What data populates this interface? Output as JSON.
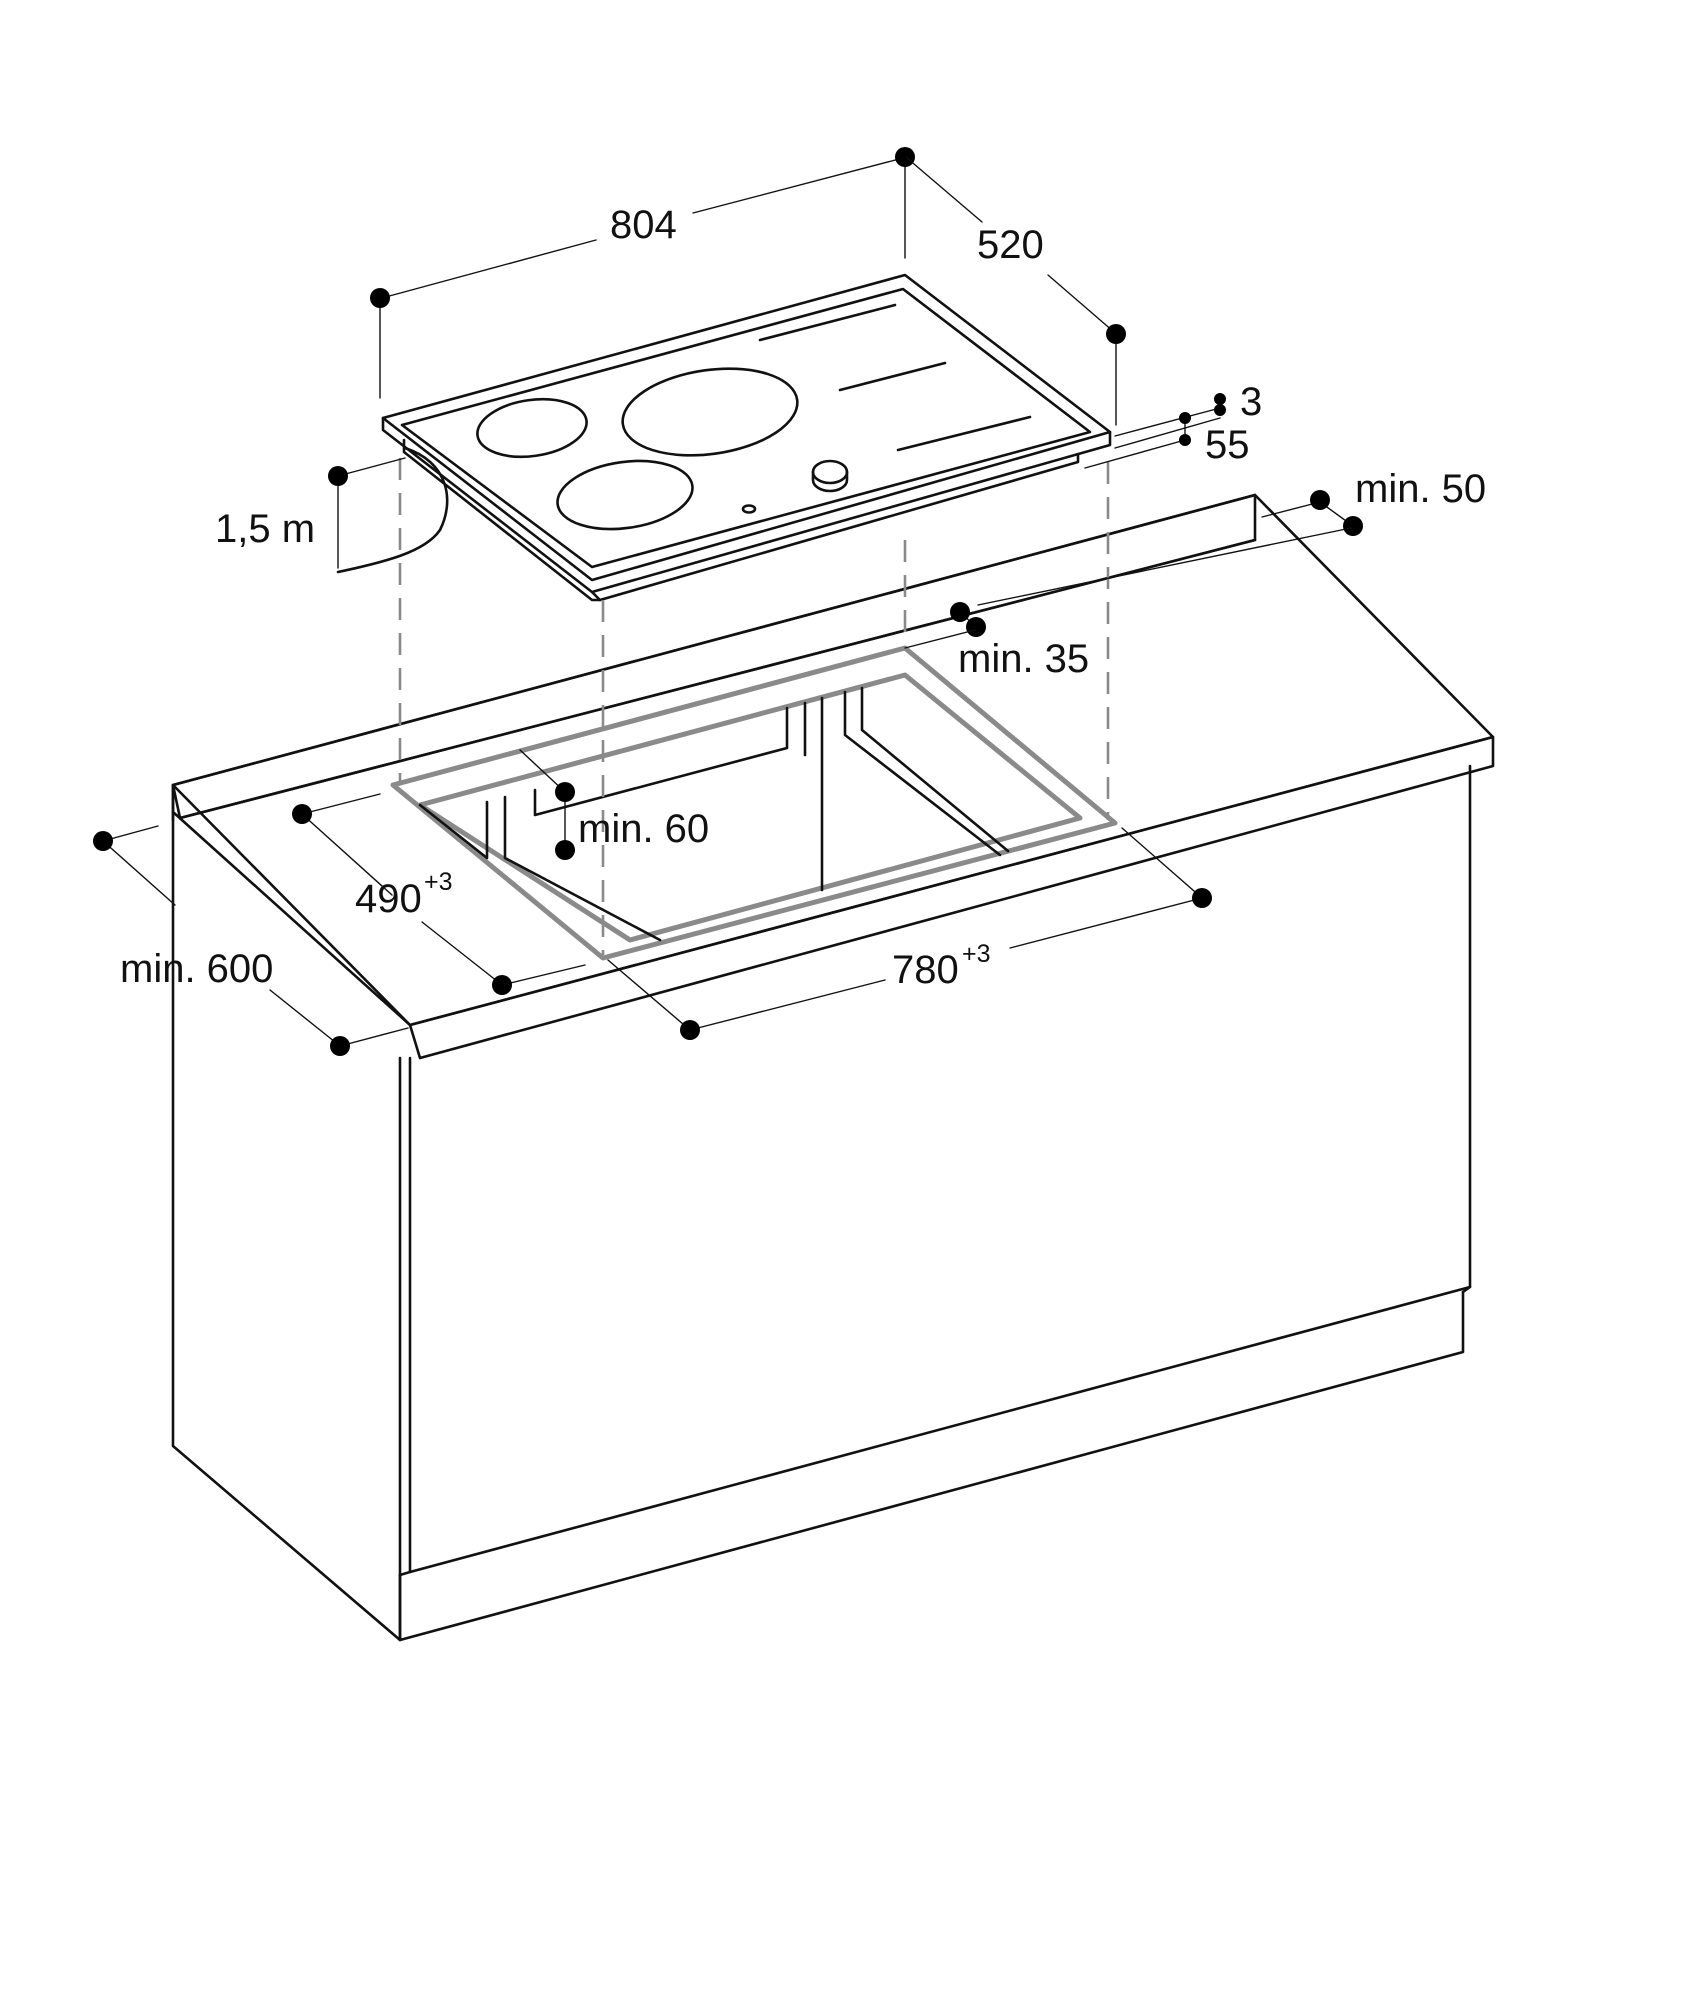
{
  "dimensions": {
    "hob_width": "804",
    "hob_depth": "520",
    "frame_height": "3",
    "installation_height": "55",
    "cable_length": "1,5 m",
    "rear_clearance": "min. 50",
    "cutout_rear_distance": "min. 35",
    "front_clearance": "min. 60",
    "cutout_depth": "490",
    "cutout_depth_tolerance": "+3",
    "cutout_width": "780",
    "cutout_width_tolerance": "+3",
    "worktop_depth": "min. 600"
  },
  "colors": {
    "line": "#111111",
    "cutout_outline": "#8a8a8a",
    "background": "#ffffff"
  }
}
